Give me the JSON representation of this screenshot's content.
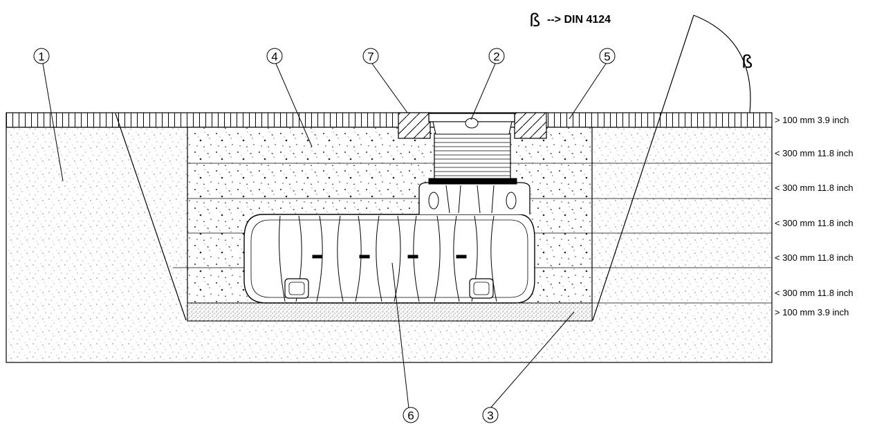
{
  "header": {
    "beta_symbol": "ß",
    "din_text": "--> DIN  4124",
    "angle_label": "ß"
  },
  "callouts": [
    "1",
    "4",
    "7",
    "2",
    "5",
    "6",
    "3"
  ],
  "layers": [
    "> 100 mm 3.9 inch",
    "< 300 mm 11.8 inch",
    "< 300 mm 11.8 inch",
    "< 300 mm 11.8 inch",
    "< 300 mm 11.8 inch",
    "< 300 mm 11.8 inch",
    "> 100 mm 3.9 inch"
  ]
}
